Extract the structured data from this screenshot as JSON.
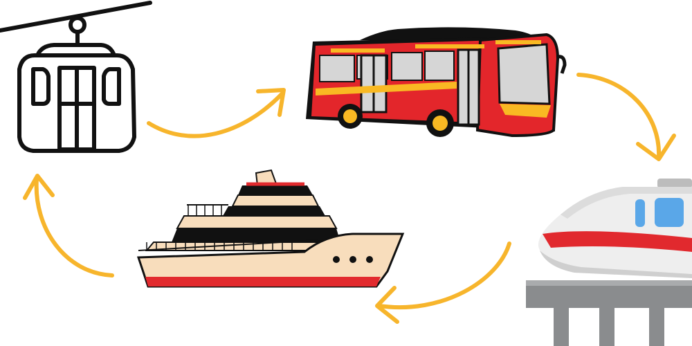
{
  "diagram": {
    "type": "cycle",
    "nodes": [
      {
        "id": "gondola",
        "icon": "cable-car-icon"
      },
      {
        "id": "bus",
        "icon": "bus-icon"
      },
      {
        "id": "train",
        "icon": "monorail-train-icon"
      },
      {
        "id": "ship",
        "icon": "ship-icon"
      }
    ],
    "edges": [
      {
        "from": "gondola",
        "to": "bus"
      },
      {
        "from": "bus",
        "to": "train"
      },
      {
        "from": "train",
        "to": "ship"
      },
      {
        "from": "ship",
        "to": "gondola"
      }
    ]
  },
  "colors": {
    "arrow": "#f7b52c",
    "bus_red": "#e3262b",
    "bus_yellow": "#f9b923",
    "bus_window": "#d6d6d6",
    "train_body": "#eeeeee",
    "train_stripe": "#e1292e",
    "train_window": "#5aa7e8",
    "rail_gray": "#8a8c8e",
    "ship_hull": "#f8ddbc",
    "ship_red": "#e22a2e",
    "outline": "#111111"
  }
}
